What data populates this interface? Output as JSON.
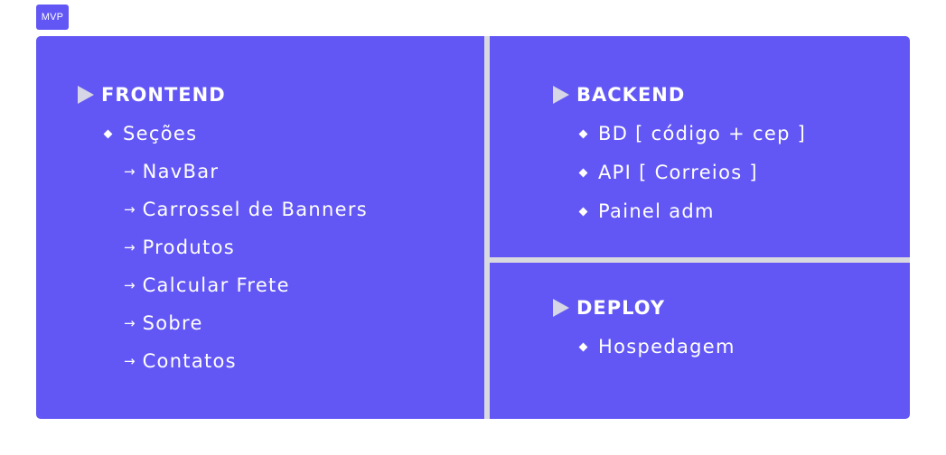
{
  "tag": {
    "label": "MVP"
  },
  "colors": {
    "panel": "#6257f5",
    "divider": "#d9d9e0",
    "text": "#ffffff",
    "marker": "#d6d6e6"
  },
  "frontend": {
    "title": "FRONTEND",
    "sections_label": "Seções",
    "items": [
      "NavBar",
      "Carrossel de Banners",
      "Produtos",
      "Calcular Frete",
      "Sobre",
      "Contatos"
    ]
  },
  "backend": {
    "title": "BACKEND",
    "items": [
      "BD [ código + cep ]",
      "API [ Correios ]",
      "Painel adm"
    ]
  },
  "deploy": {
    "title": "DEPLOY",
    "items": [
      "Hospedagem"
    ]
  },
  "icons": {
    "heading": "triangle-right-icon",
    "bullet": "diamond-bullet-icon",
    "subbullet": "arrow-right-icon"
  }
}
